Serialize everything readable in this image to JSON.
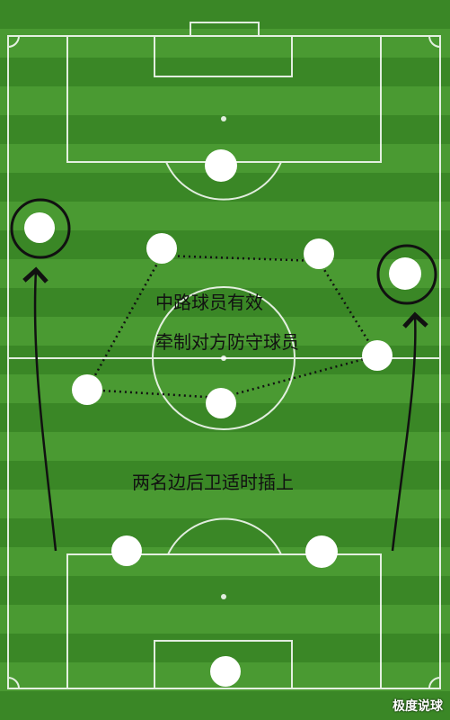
{
  "annotations": {
    "center_line_1": "中路球员有效",
    "center_line_2": "牵制对方防守球员",
    "fullbacks": "两名边后卫适时插上"
  },
  "watermark": "极度说球",
  "colors": {
    "grass_dark": "#2f7a20",
    "grass_light": "#4c9a33",
    "lines": "#ffffff",
    "player": "#ffffff",
    "ring": "#111111"
  }
}
